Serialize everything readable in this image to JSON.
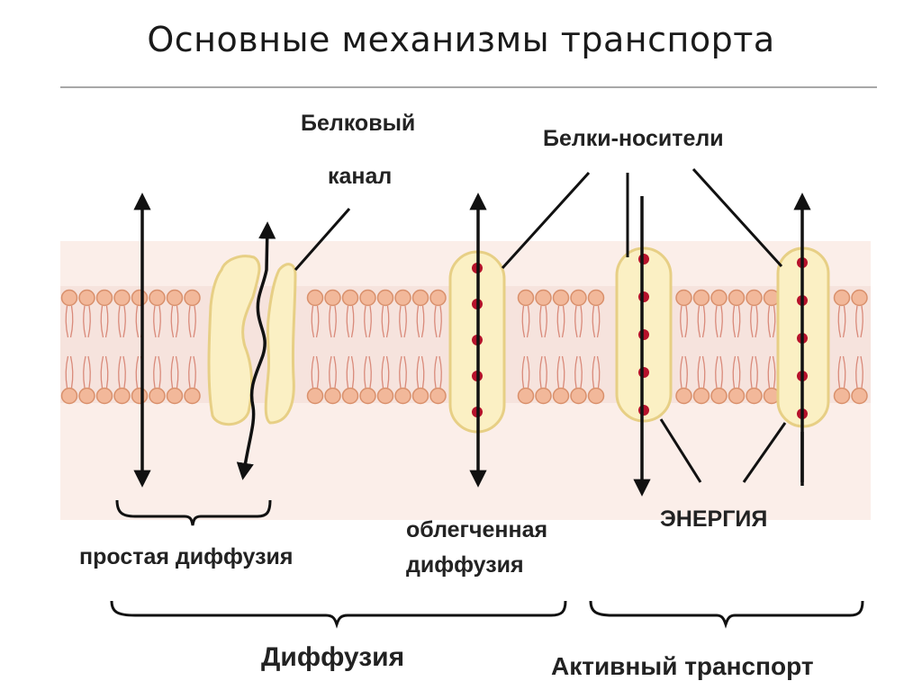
{
  "slide": {
    "title": "Основные механизмы транспорта"
  },
  "labels": {
    "channel_line1": "Белковый",
    "channel_line2": "канал",
    "carriers": "Белки-носители",
    "simple_diffusion": "простая диффузия",
    "facilitated_line1": "облегченная",
    "facilitated_line2": "диффузия",
    "energy": "ЭНЕРГИЯ",
    "diffusion": "Диффузия",
    "active_transport": "Активный транспорт"
  },
  "colors": {
    "membrane_band": "#f6e3dd",
    "lipid_head": "#f2b89a",
    "lipid_head_stroke": "#d9906c",
    "lipid_tail": "#d98a7a",
    "protein_fill": "#fbf0c4",
    "protein_stroke": "#e7cf85",
    "carrier_dot": "#b5122b",
    "ink": "#111111"
  }
}
